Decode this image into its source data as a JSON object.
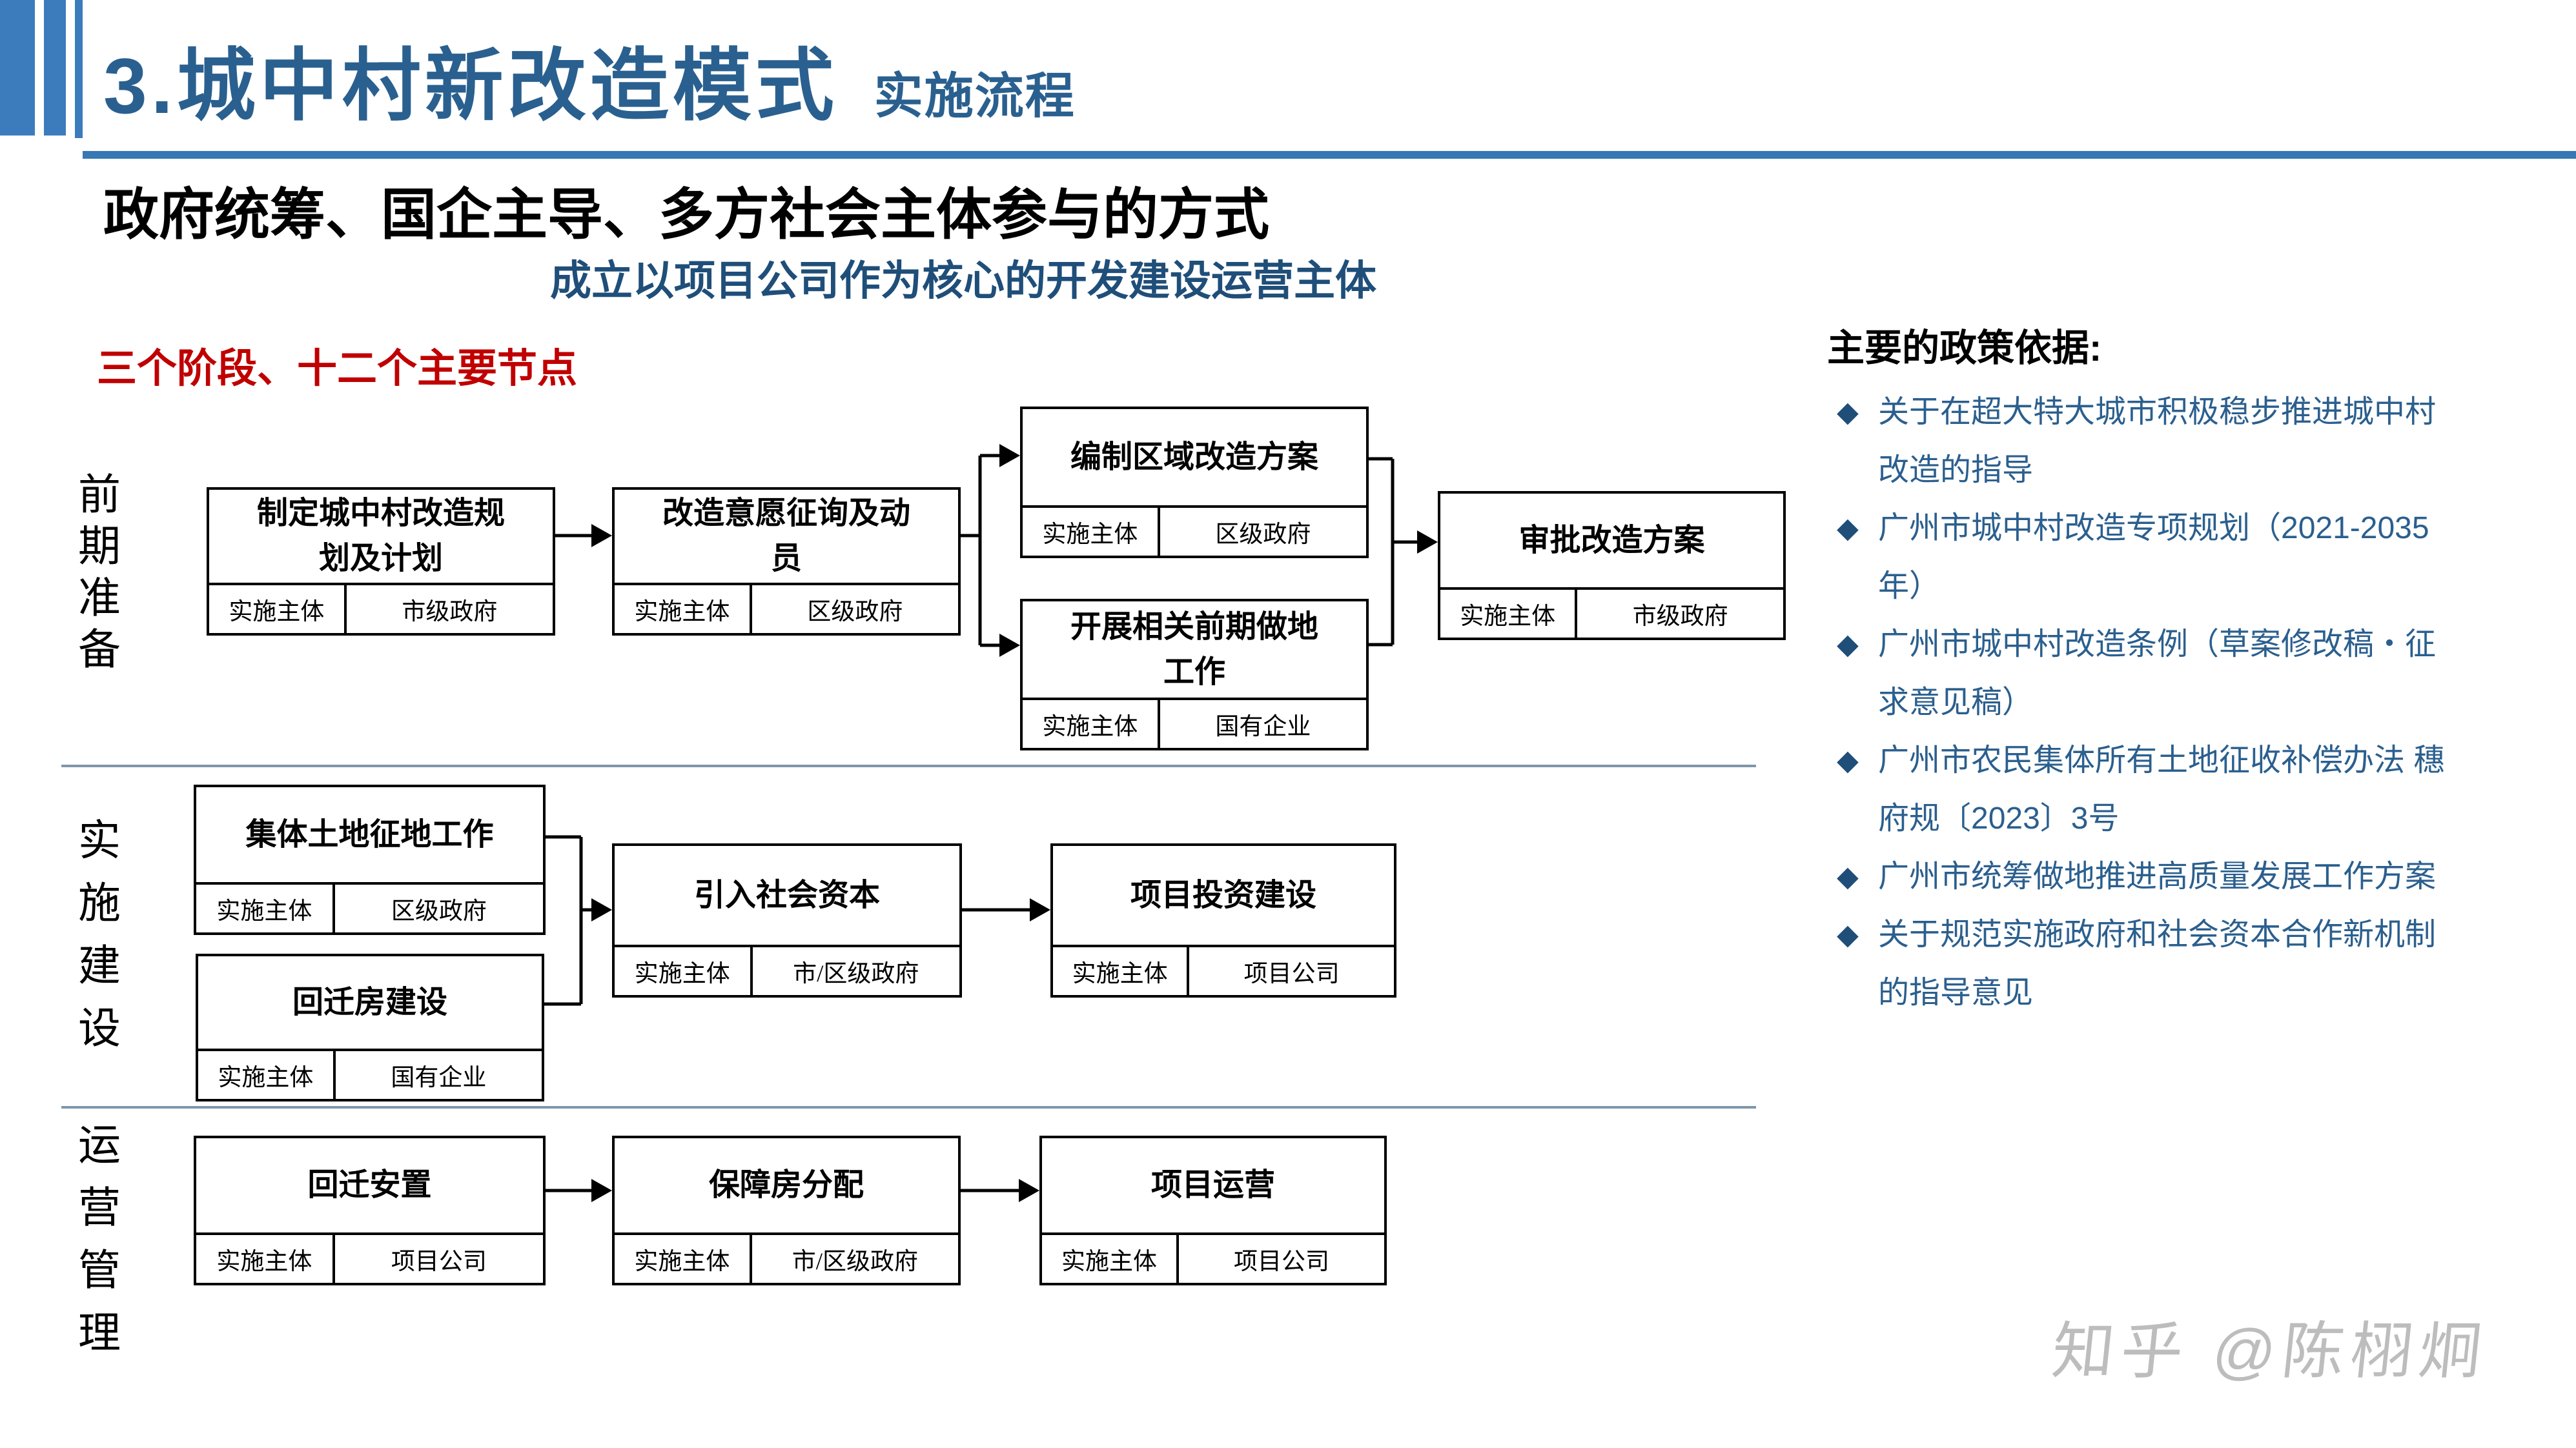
{
  "header": {
    "title": "3.城中村新改造模式",
    "subtitle": "实施流程"
  },
  "intro": {
    "line_black": "政府统筹、国企主导、多方社会主体参与的方式",
    "line_blue": "成立以项目公司作为核心的开发建设运营主体",
    "note_red": "三个阶段、十二个主要节点"
  },
  "policies": {
    "heading": "主要的政策依据:",
    "bullet_glyph": "◆",
    "items": [
      "关于在超大特大城市积极稳步推进城中村改造的指导",
      "广州市城中村改造专项规划（2021-2035年）",
      "广州市城中村改造条例（草案修改稿・征求意见稿）",
      "广州市农民集体所有土地征收补偿办法 穗府规〔2023〕3号",
      "广州市统筹做地推进高质量发展工作方案",
      "关于规范实施政府和社会资本合作新机制的指导意见"
    ]
  },
  "flow": {
    "owner_label": "实施主体",
    "stages": [
      {
        "label": "前期准备"
      },
      {
        "label": "实施建设"
      },
      {
        "label": "运营管理"
      }
    ],
    "nodes": [
      {
        "title": "制定城中村改造规划及计划",
        "owner": "市级政府"
      },
      {
        "title": "改造意愿征询及动员",
        "owner": "区级政府"
      },
      {
        "title": "编制区域改造方案",
        "owner": "区级政府"
      },
      {
        "title": "开展相关前期做地工作",
        "owner": "国有企业"
      },
      {
        "title": "审批改造方案",
        "owner": "市级政府"
      },
      {
        "title": "集体土地征地工作",
        "owner": "区级政府"
      },
      {
        "title": "回迁房建设",
        "owner": "国有企业"
      },
      {
        "title": "引入社会资本",
        "owner": "市/区级政府"
      },
      {
        "title": "项目投资建设",
        "owner": "项目公司"
      },
      {
        "title": "回迁安置",
        "owner": "项目公司"
      },
      {
        "title": "保障房分配",
        "owner": "市/区级政府"
      },
      {
        "title": "项目运营",
        "owner": "项目公司"
      }
    ]
  },
  "watermark": "知乎 @陈栩炯",
  "colors": {
    "accent_blue": "#3c7cbc",
    "title_blue": "#2a608f",
    "deep_blue": "#1f4e79",
    "policy_blue": "#2b5f8e",
    "divider_gray_blue": "#8097a9",
    "note_red": "#c00000",
    "watermark_gray": "#bdbdbd"
  }
}
